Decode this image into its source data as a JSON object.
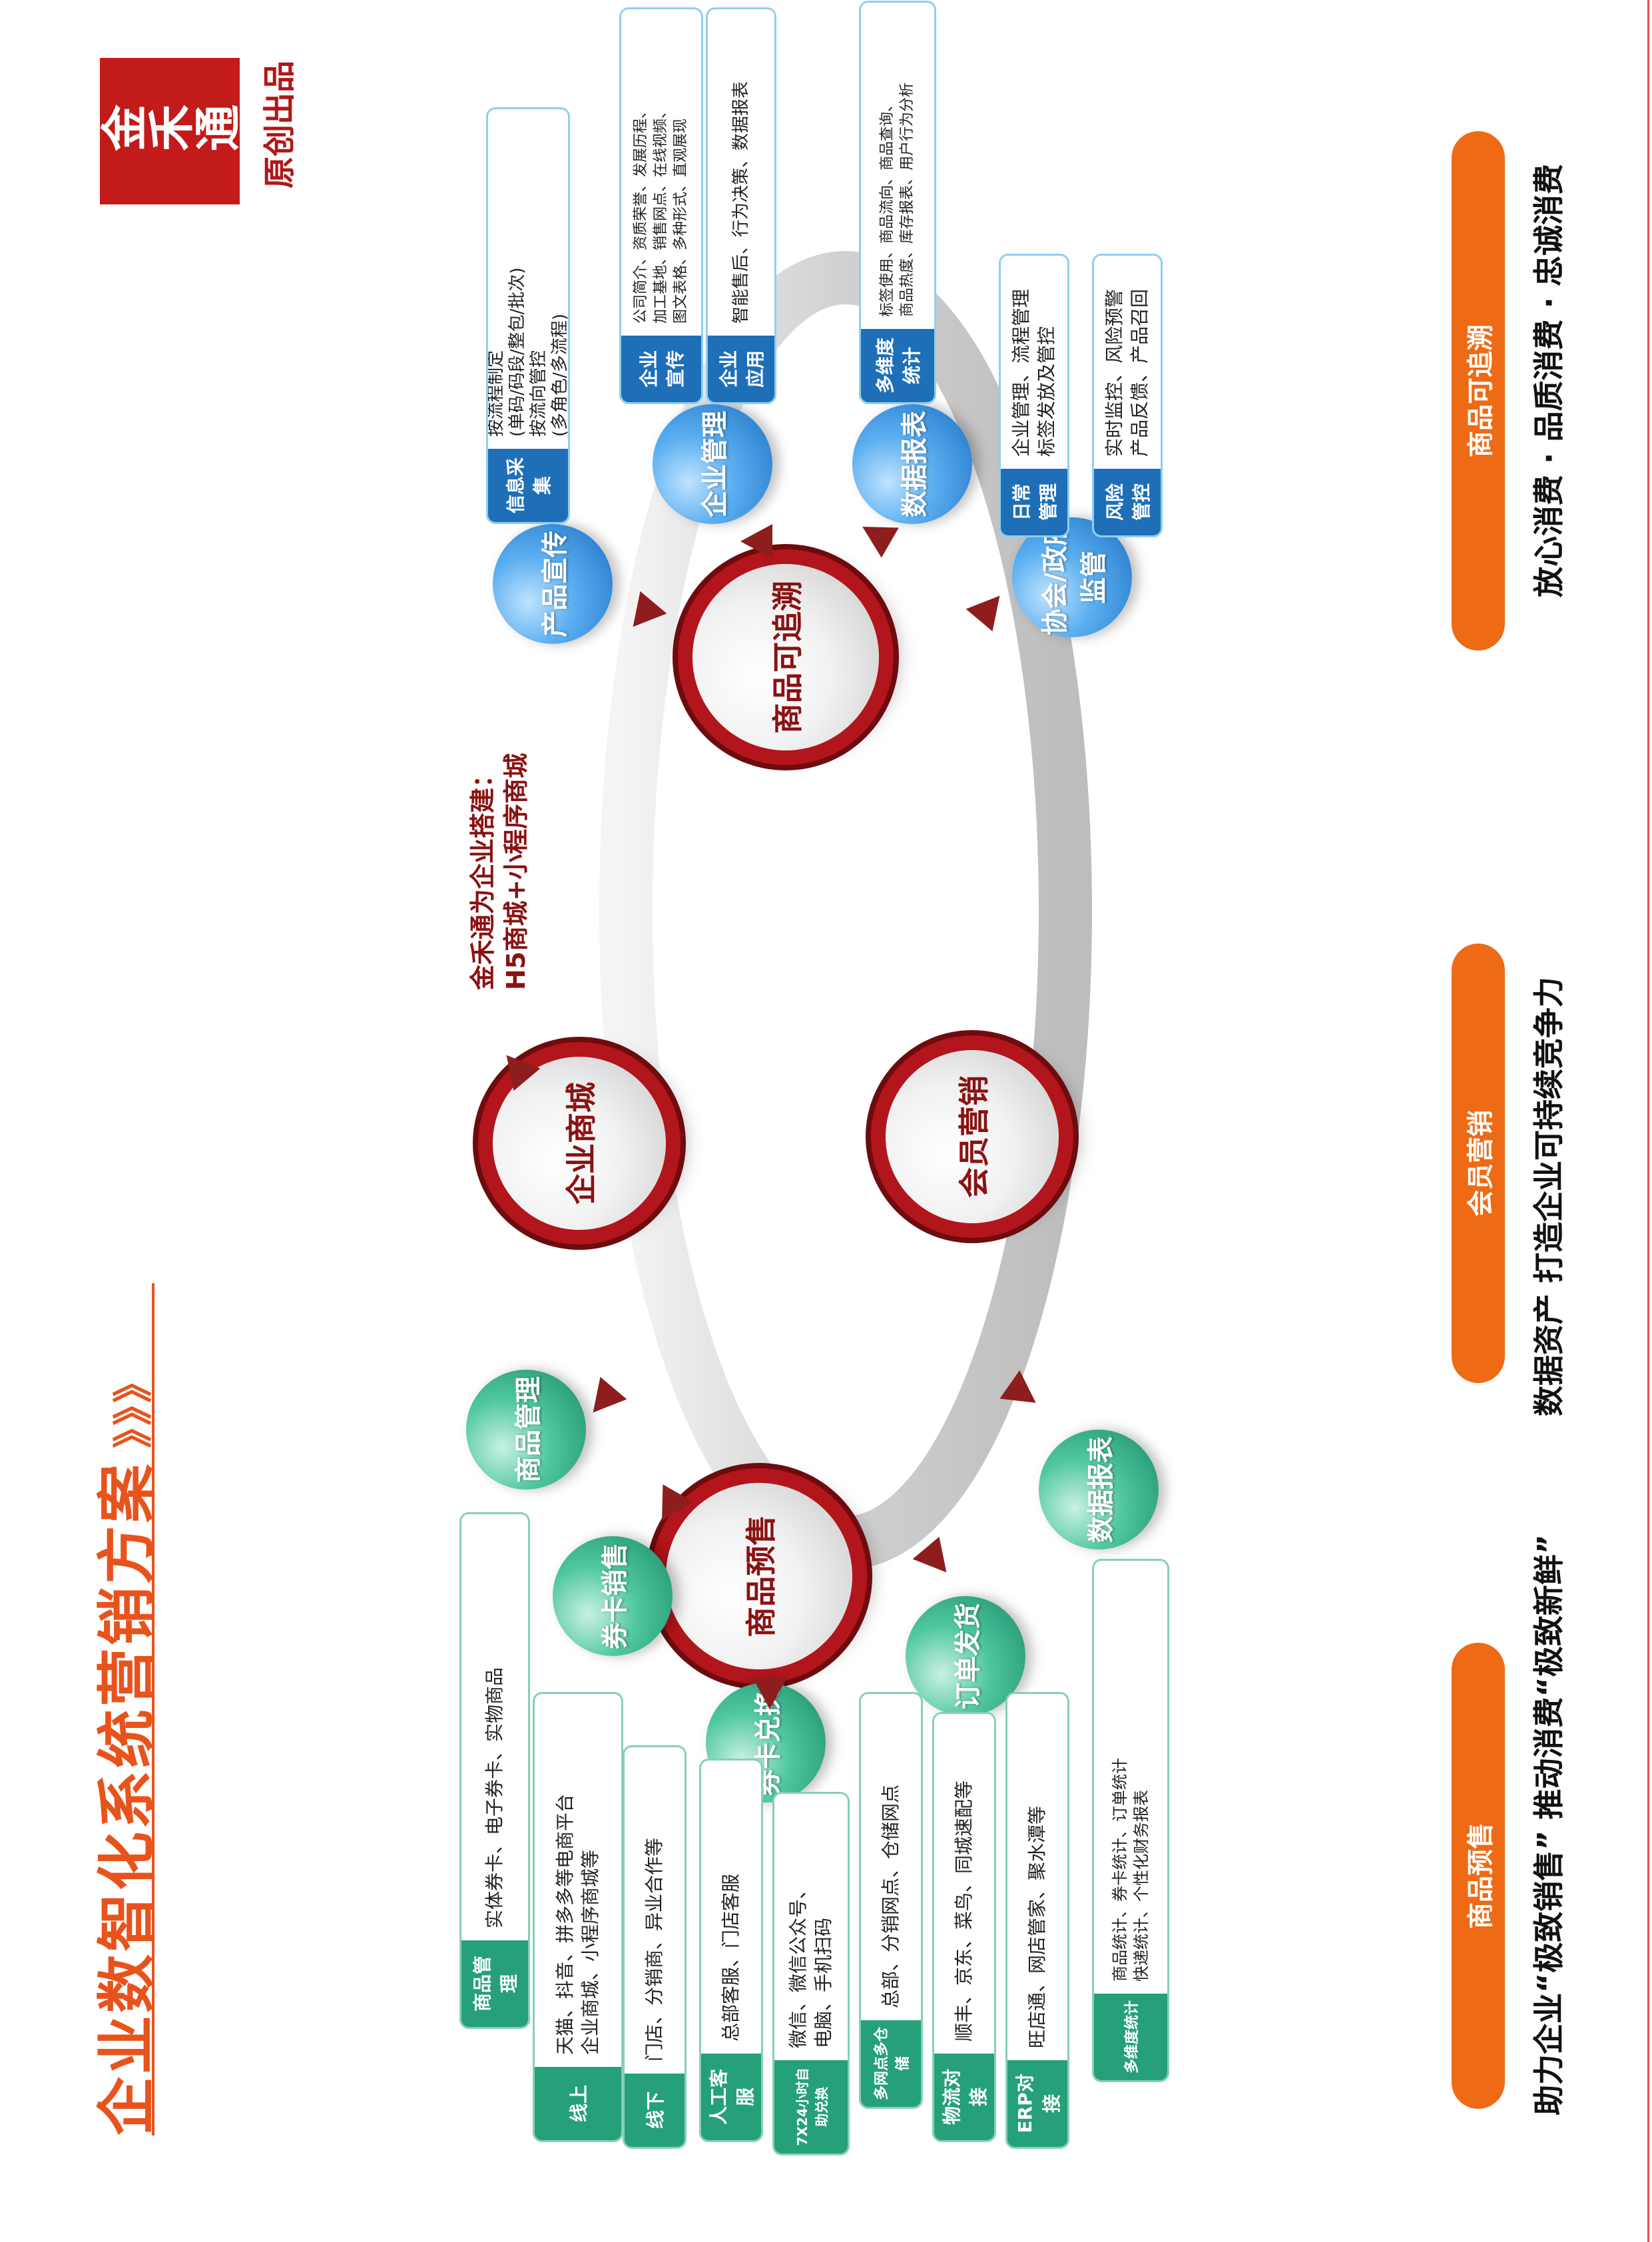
{
  "header": {
    "title": "企业数智化系统营销方案",
    "title_mark": "》》》",
    "brand_stamp": "金禾通",
    "original_label": "原创出品"
  },
  "stages": [
    {
      "label": "商品预售",
      "slogan": "助力企业“极致销售” 推动消费“极致新鲜”"
    },
    {
      "label": "会员营销",
      "slogan": "数据资产 打造企业可持续竞争力"
    },
    {
      "label": "商品可追溯",
      "slogan": "放心消费 · 品质消费 · 忠诚消费"
    }
  ],
  "hubs": {
    "presale": "商品预售",
    "mall": "企业商城",
    "member": "会员营销",
    "trace": "商品可追溯"
  },
  "mall_note": [
    "金禾通为企业搭建：",
    "H5商城+小程序商城"
  ],
  "presale_nodes": [
    "商品管理",
    "券卡销售",
    "券卡兑换",
    "订单发货",
    "数据报表"
  ],
  "presale_boxes": [
    {
      "label": "商品管理",
      "lines": [
        "实体券卡、电子券卡、实物商品"
      ]
    },
    {
      "label": "线上",
      "lines": [
        "天猫、抖音、拼多多等电商平台",
        "企业商城、小程序商城等"
      ]
    },
    {
      "label": "线下",
      "lines": [
        "门店、分销商、异业合作等"
      ]
    },
    {
      "label": "人工客服",
      "lines": [
        "总部客服、门店客服"
      ]
    },
    {
      "label": "7X24小时自助兑换",
      "lines": [
        "微信、微信公众号、",
        "电脑、手机扫码"
      ]
    },
    {
      "label": "多网点多仓储",
      "lines": [
        "总部、分销网点、仓储网点"
      ]
    },
    {
      "label": "物流对接",
      "lines": [
        "顺丰、京东、菜鸟、同城速配等"
      ]
    },
    {
      "label": "ERP对接",
      "lines": [
        "旺店通、网店管家、聚水潭等"
      ]
    },
    {
      "label": "多维度统计",
      "lines": [
        "商品统计、券卡统计、订单统计",
        "快递统计、个性化财务报表"
      ]
    }
  ],
  "trace_nodes": [
    "产品宣传",
    "企业管理",
    "数据报表",
    "协会/政府监管"
  ],
  "trace_boxes": [
    {
      "label": "信息采集",
      "lines": [
        "按流程制定",
        "(单码/码段/整包/批次)",
        "按流向管控",
        "(多角色/多流程)"
      ]
    },
    {
      "label": "企业宣传",
      "lines": [
        "公司简介、资质荣誉、发展历程、",
        "加工基地、销售网点、在线视频、",
        "图文表格、多种形式、直观展现"
      ]
    },
    {
      "label": "企业应用",
      "lines": [
        "智能售后、行为决策、数据报表"
      ]
    },
    {
      "label": "多维度统计",
      "lines": [
        "标签使用、商品流向、商品查询、",
        "商品热度、库存报表、用户行为分析"
      ]
    },
    {
      "label": "日常管理",
      "lines": [
        "企业管理、流程管理",
        "标签发放及管控"
      ]
    },
    {
      "label": "风险管控",
      "lines": [
        "实时监控、风险预警",
        "产品反馈、产品召回"
      ]
    }
  ],
  "colors": {
    "accent": "#ee6a14",
    "title": "#e8531c",
    "hub_red": "#b2151b",
    "arrow": "#8e1d1d"
  }
}
